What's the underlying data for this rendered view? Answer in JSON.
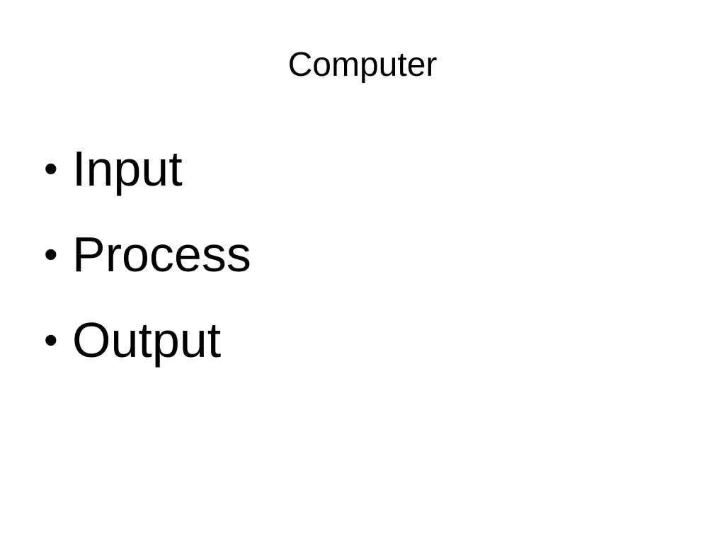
{
  "slide": {
    "title": "Computer",
    "bullets": [
      {
        "marker": "•",
        "text": "Input"
      },
      {
        "marker": "•",
        "text": "Process"
      },
      {
        "marker": "•",
        "text": "Output"
      }
    ]
  },
  "colors": {
    "background": "#ffffff",
    "text": "#000000"
  }
}
